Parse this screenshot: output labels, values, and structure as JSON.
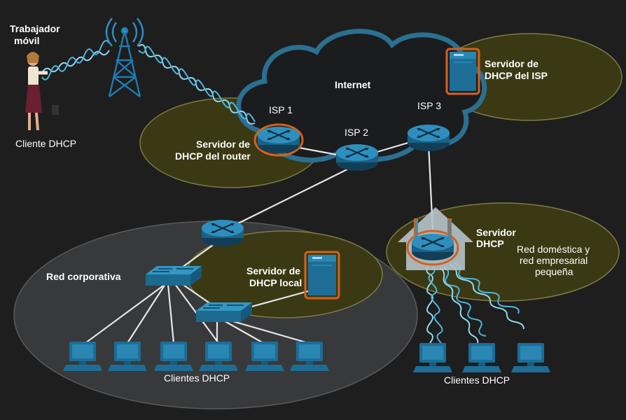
{
  "labels": {
    "mobile_worker_line1": "Trabajador",
    "mobile_worker_line2": "móvil",
    "dhcp_client_mobile": "Cliente DHCP",
    "internet": "Internet",
    "isp1": "ISP 1",
    "isp2": "ISP 2",
    "isp3": "ISP 3",
    "isp_server_line1": "Servidor de",
    "isp_server_line2": "DHCP del ISP",
    "router_server_line1": "Servidor de",
    "router_server_line2": "DHCP del router",
    "home_server_line1": "Servidor",
    "home_server_line2": "DHCP",
    "home_network_line1": "Red doméstica y",
    "home_network_line2": "red empresarial",
    "home_network_line3": "pequeña",
    "corporate_network": "Red corporativa",
    "local_server_line1": "Servidor de",
    "local_server_line2": "DHCP local",
    "corporate_clients": "Clientes DHCP",
    "home_clients": "Clientes DHCP"
  },
  "colors": {
    "background": "#1e1e1e",
    "zone_olive": "#3a3913",
    "zone_border": "#8a8850",
    "corporate_zone": "#38393b",
    "device_blue": "#2a7fa8",
    "device_dark": "#14506e",
    "server_outline": "#d4621c",
    "wireless": "#8fd8f0",
    "cloud_outline": "#2b6f91"
  },
  "icons": {
    "tower": "cell-tower-icon",
    "router": "router-icon",
    "switch": "switch-icon",
    "server": "server-icon",
    "pc": "pc-icon",
    "house": "house-icon",
    "person": "person-icon"
  }
}
